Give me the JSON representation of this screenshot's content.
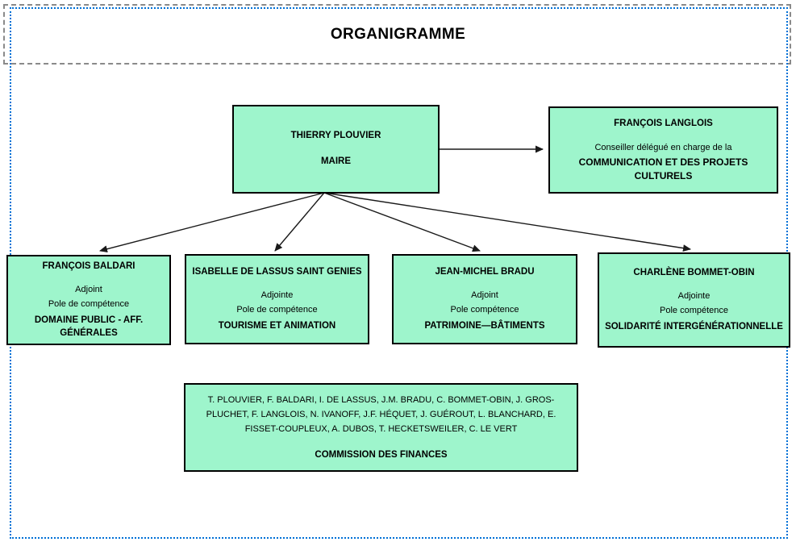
{
  "title": "ORGANIGRAMME",
  "colors": {
    "box_fill": "#9ef5cc",
    "box_border": "#000000",
    "frame_blue": "#0070d6",
    "frame_gray": "#8a8a8a",
    "arrow": "#1a1a1a"
  },
  "maire": {
    "name": "THIERRY PLOUVIER",
    "role": "MAIRE"
  },
  "conseiller": {
    "name": "FRANÇOIS LANGLOIS",
    "subtitle": "Conseiller délégué en charge de la",
    "domain": "COMMUNICATION ET DES PROJETS CULTURELS"
  },
  "adjoints": [
    {
      "name": "FRANÇOIS BALDARI",
      "role": "Adjoint",
      "pole_label": "Pole de compétence",
      "pole": "DOMAINE PUBLIC - AFF. GÉNÉRALES"
    },
    {
      "name": "ISABELLE DE LASSUS SAINT GENIES",
      "role": "Adjointe",
      "pole_label": "Pole de compétence",
      "pole": "TOURISME ET ANIMATION"
    },
    {
      "name": "JEAN-MICHEL BRADU",
      "role": "Adjoint",
      "pole_label": "Pole compétence",
      "pole": "PATRIMOINE—BÂTIMENTS"
    },
    {
      "name": "CHARLÈNE BOMMET-OBIN",
      "role": "Adjointe",
      "pole_label": "Pole compétence",
      "pole": "SOLIDARITÉ INTERGÉNÉRATIONNELLE"
    }
  ],
  "commission": {
    "members": "T. PLOUVIER, F. BALDARI, I. DE LASSUS, J.M. BRADU, C. BOMMET-OBIN, J. GROS-PLUCHET, F. LANGLOIS, N. IVANOFF, J.F. HÉQUET, J. GUÉROUT, L. BLANCHARD, E. FISSET-COUPLEUX, A. DUBOS, T. HECKETSWEILER, C. LE VERT",
    "title": "COMMISSION DES FINANCES"
  }
}
